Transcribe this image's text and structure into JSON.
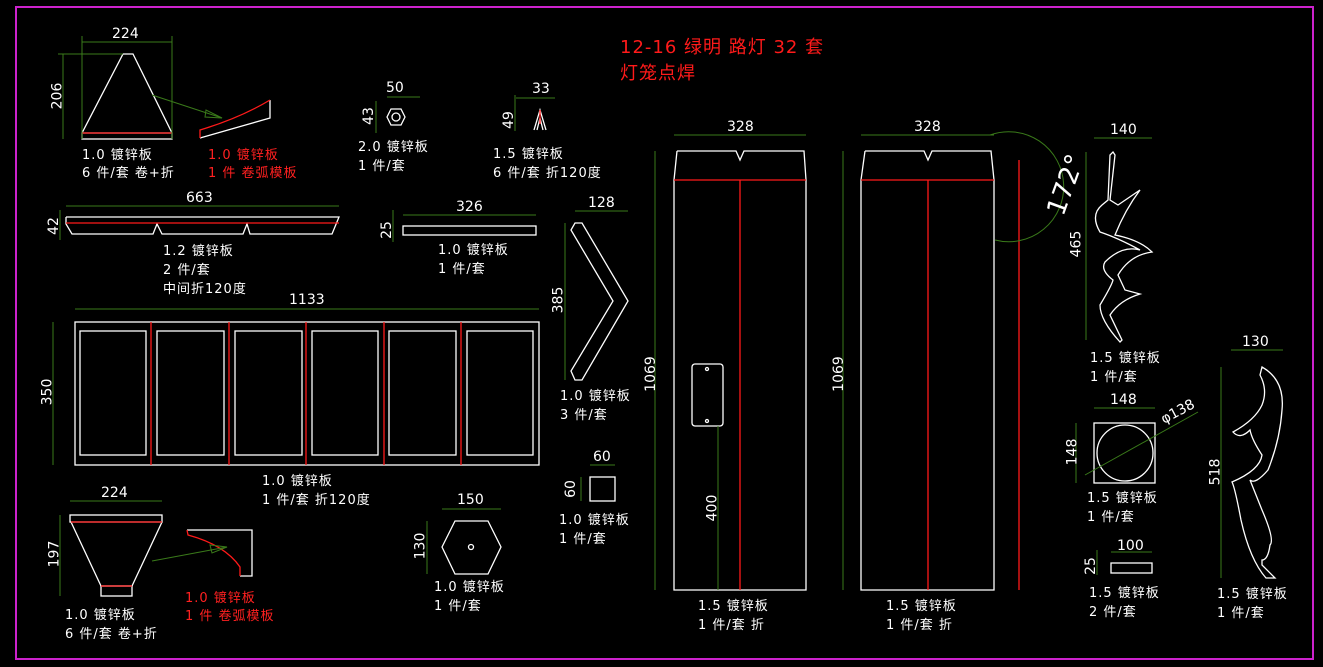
{
  "title": {
    "line1": "12-16  绿明  路灯 32 套",
    "line2": "灯笼点焊"
  },
  "colors": {
    "background": "#000000",
    "border": "#cc22cc",
    "outline": "#ffffff",
    "bend_line": "#ff1a1a",
    "dimension": "#3a7a1a"
  },
  "parts": [
    {
      "id": "trapezoid-top",
      "dims": {
        "width": "224",
        "height": "206"
      },
      "spec": "1.0  镀锌板",
      "qty": "6  件/套  卷+折"
    },
    {
      "id": "arc-template-top",
      "spec": "1.0  镀锌板",
      "qty": "1  件  卷弧模板"
    },
    {
      "id": "hex-nut",
      "dims": {
        "width": "50",
        "height": "43"
      },
      "spec": "2.0  镀锌板",
      "qty": "1  件/套"
    },
    {
      "id": "v-bracket-small",
      "dims": {
        "width": "33",
        "height": "49"
      },
      "spec": "1.5  镀锌板",
      "qty": "6  件/套  折120度"
    },
    {
      "id": "strip-663",
      "dims": {
        "width": "663",
        "height": "42"
      },
      "spec": "1.2  镀锌板",
      "qty": "2  件/套",
      "note": "中间折120度"
    },
    {
      "id": "strip-326",
      "dims": {
        "width": "326",
        "height": "25"
      },
      "spec": "1.0  镀锌板",
      "qty": "1  件/套"
    },
    {
      "id": "v-arm",
      "dims": {
        "width": "128",
        "height": "385"
      },
      "spec": "1.0  镀锌板",
      "qty": "3  件/套"
    },
    {
      "id": "panel-1133",
      "dims": {
        "width": "1133",
        "height": "350"
      },
      "spec": "1.0  镀锌板",
      "qty": "1  件/套  折120度"
    },
    {
      "id": "square-60",
      "dims": {
        "width": "60",
        "height": "60"
      },
      "spec": "1.0  镀锌板",
      "qty": "1  件/套"
    },
    {
      "id": "trapezoid-bottom",
      "dims": {
        "width": "224",
        "height": "197"
      },
      "spec": "1.0  镀锌板",
      "qty": "6  件/套  卷+折"
    },
    {
      "id": "arc-template-bottom",
      "spec": "1.0  镀锌板",
      "qty": "1  件  卷弧模板"
    },
    {
      "id": "hexagon-150",
      "dims": {
        "width": "150",
        "height": "130"
      },
      "spec": "1.0  镀锌板",
      "qty": "1  件/套"
    },
    {
      "id": "tall-panel-door",
      "dims": {
        "width": "328",
        "height": "1069",
        "door_offset": "400"
      },
      "spec": "1.5  镀锌板",
      "qty": "1  件/套  折"
    },
    {
      "id": "tall-panel",
      "dims": {
        "width": "328",
        "height": "1069"
      },
      "spec": "1.5  镀锌板",
      "qty": "1  件/套  折"
    },
    {
      "id": "angle",
      "dims": {
        "angle": "172°"
      }
    },
    {
      "id": "scroll-465",
      "dims": {
        "width": "140",
        "height": "465"
      },
      "spec": "1.5  镀锌板",
      "qty": "1  件/套"
    },
    {
      "id": "square-circle",
      "dims": {
        "width": "148",
        "height": "148",
        "diameter": "φ138"
      },
      "spec": "1.5  镀锌板",
      "qty": "1  件/套"
    },
    {
      "id": "strip-100",
      "dims": {
        "width": "100",
        "height": "25"
      },
      "spec": "1.5  镀锌板",
      "qty": "2  件/套"
    },
    {
      "id": "scroll-518",
      "dims": {
        "width": "130",
        "height": "518"
      },
      "spec": "1.5  镀锌板",
      "qty": "1  件/套"
    }
  ]
}
